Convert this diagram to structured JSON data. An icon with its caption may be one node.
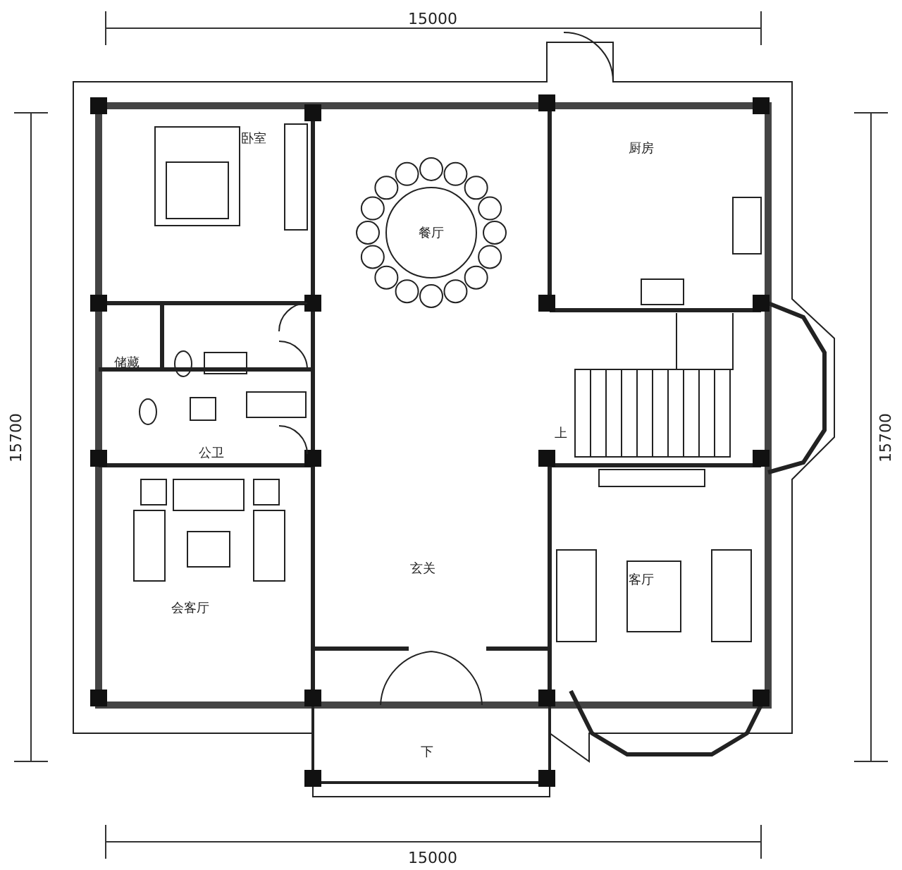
{
  "diagram": {
    "labels": [
      "15000",
      "卧室",
      "厨房",
      "餐厅",
      "储藏",
      "15700",
      "15700",
      "上",
      "公卫",
      "会客厅",
      "玄关",
      "客厅",
      "下",
      "15000"
    ]
  }
}
